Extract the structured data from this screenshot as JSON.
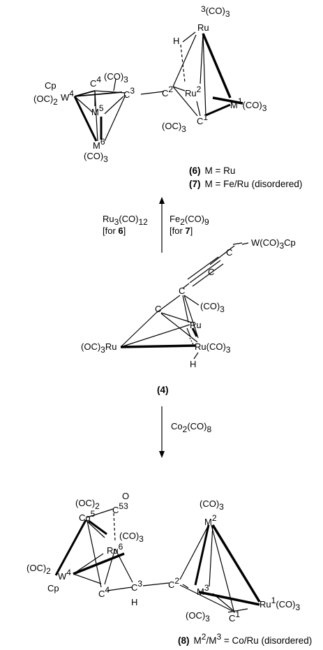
{
  "compound_6_7": {
    "cp": "Cp",
    "w_co": "(OC)",
    "w_co_sub": "2",
    "w": "W",
    "w_sup": "4",
    "c4": "C",
    "c4_sup": "4",
    "co_top": "(CO)",
    "co_top_sub": "3",
    "m5": "M",
    "m5_sup": "5",
    "c3": "C",
    "c3_sup": "3",
    "c2": "C",
    "c2_sup": "2",
    "h": "H",
    "ru_top_sup": "3",
    "ru_top_co": "(CO)",
    "ru_top_co_sub": "3",
    "ru_top": "Ru",
    "ru2": "Ru",
    "ru2_sup": "2",
    "m1": "M",
    "m1_sup": "1",
    "m1_co": "(CO)",
    "m1_co_sub": "3",
    "oc_bottom": "(OC)",
    "oc_bottom_sub": "3",
    "c1": "C",
    "c1_sup": "1",
    "m6": "M",
    "m6_sup": "6",
    "m6_co": "(CO)",
    "m6_co_sub": "3"
  },
  "caption_6": {
    "num": "(6)",
    "text": "M = Ru"
  },
  "caption_7": {
    "num": "(7)",
    "text": "M = Fe/Ru (disordered)"
  },
  "reaction_up": {
    "left_reagent": "Ru",
    "left_reagent_sub1": "3",
    "left_reagent_mid": "(CO)",
    "left_reagent_sub2": "12",
    "left_note_pre": "[for ",
    "left_note_bold": "6",
    "left_note_post": "]",
    "right_reagent": "Fe",
    "right_reagent_sub1": "2",
    "right_reagent_mid": "(CO)",
    "right_reagent_sub2": "9",
    "right_note_pre": "[for ",
    "right_note_bold": "7",
    "right_note_post": "]"
  },
  "compound_4": {
    "w_group": "W(CO)",
    "w_group_sub": "3",
    "w_group_cp": "Cp",
    "c_right": "C",
    "c_mid": "C",
    "c_top": "C",
    "c_left": "C",
    "ru_top": "Ru",
    "co_top": "(CO)",
    "co_top_sub": "3",
    "ru_left_oc": "(OC)",
    "ru_left_oc_sub": "3",
    "ru_left": "Ru",
    "ru_right": "Ru(CO)",
    "ru_right_sub": "3",
    "h": "H"
  },
  "caption_4": {
    "num": "(4)"
  },
  "reaction_down": {
    "reagent": "Co",
    "reagent_sub1": "2",
    "reagent_mid": "(CO)",
    "reagent_sub2": "8"
  },
  "compound_8": {
    "o": "O",
    "c53": "C",
    "c53_sup": "53",
    "co_oc": "(OC)",
    "co_oc_sub": "2",
    "co": "Co",
    "co_sup": "5",
    "ru6_co": "(CO)",
    "ru6_co_sub": "3",
    "ru6": "Ru",
    "ru6_sup": "6",
    "w_oc": "(OC)",
    "w_oc_sub": "2",
    "w": "W",
    "w_sup": "4",
    "cp": "Cp",
    "c4": "C",
    "c4_sup": "4",
    "c3": "C",
    "c3_sup": "3",
    "h": "H",
    "c2": "C",
    "c2_sup": "2",
    "m2_co": "(CO)",
    "m2_co_sub": "3",
    "m2": "M",
    "m2_sup": "2",
    "m3": "M",
    "m3_sup": "3",
    "ru1": "Ru",
    "ru1_sup": "1",
    "ru1_co": "(CO)",
    "ru1_co_sub": "3",
    "oc_bottom": "(OC)",
    "oc_bottom_sub": "3",
    "c1": "C",
    "c1_sup": "1"
  },
  "caption_8": {
    "num": "(8)",
    "m2": "M",
    "m2_sup": "2",
    "slash": "/M",
    "m3_sup": "3",
    "text": " = Co/Ru (disordered)"
  }
}
